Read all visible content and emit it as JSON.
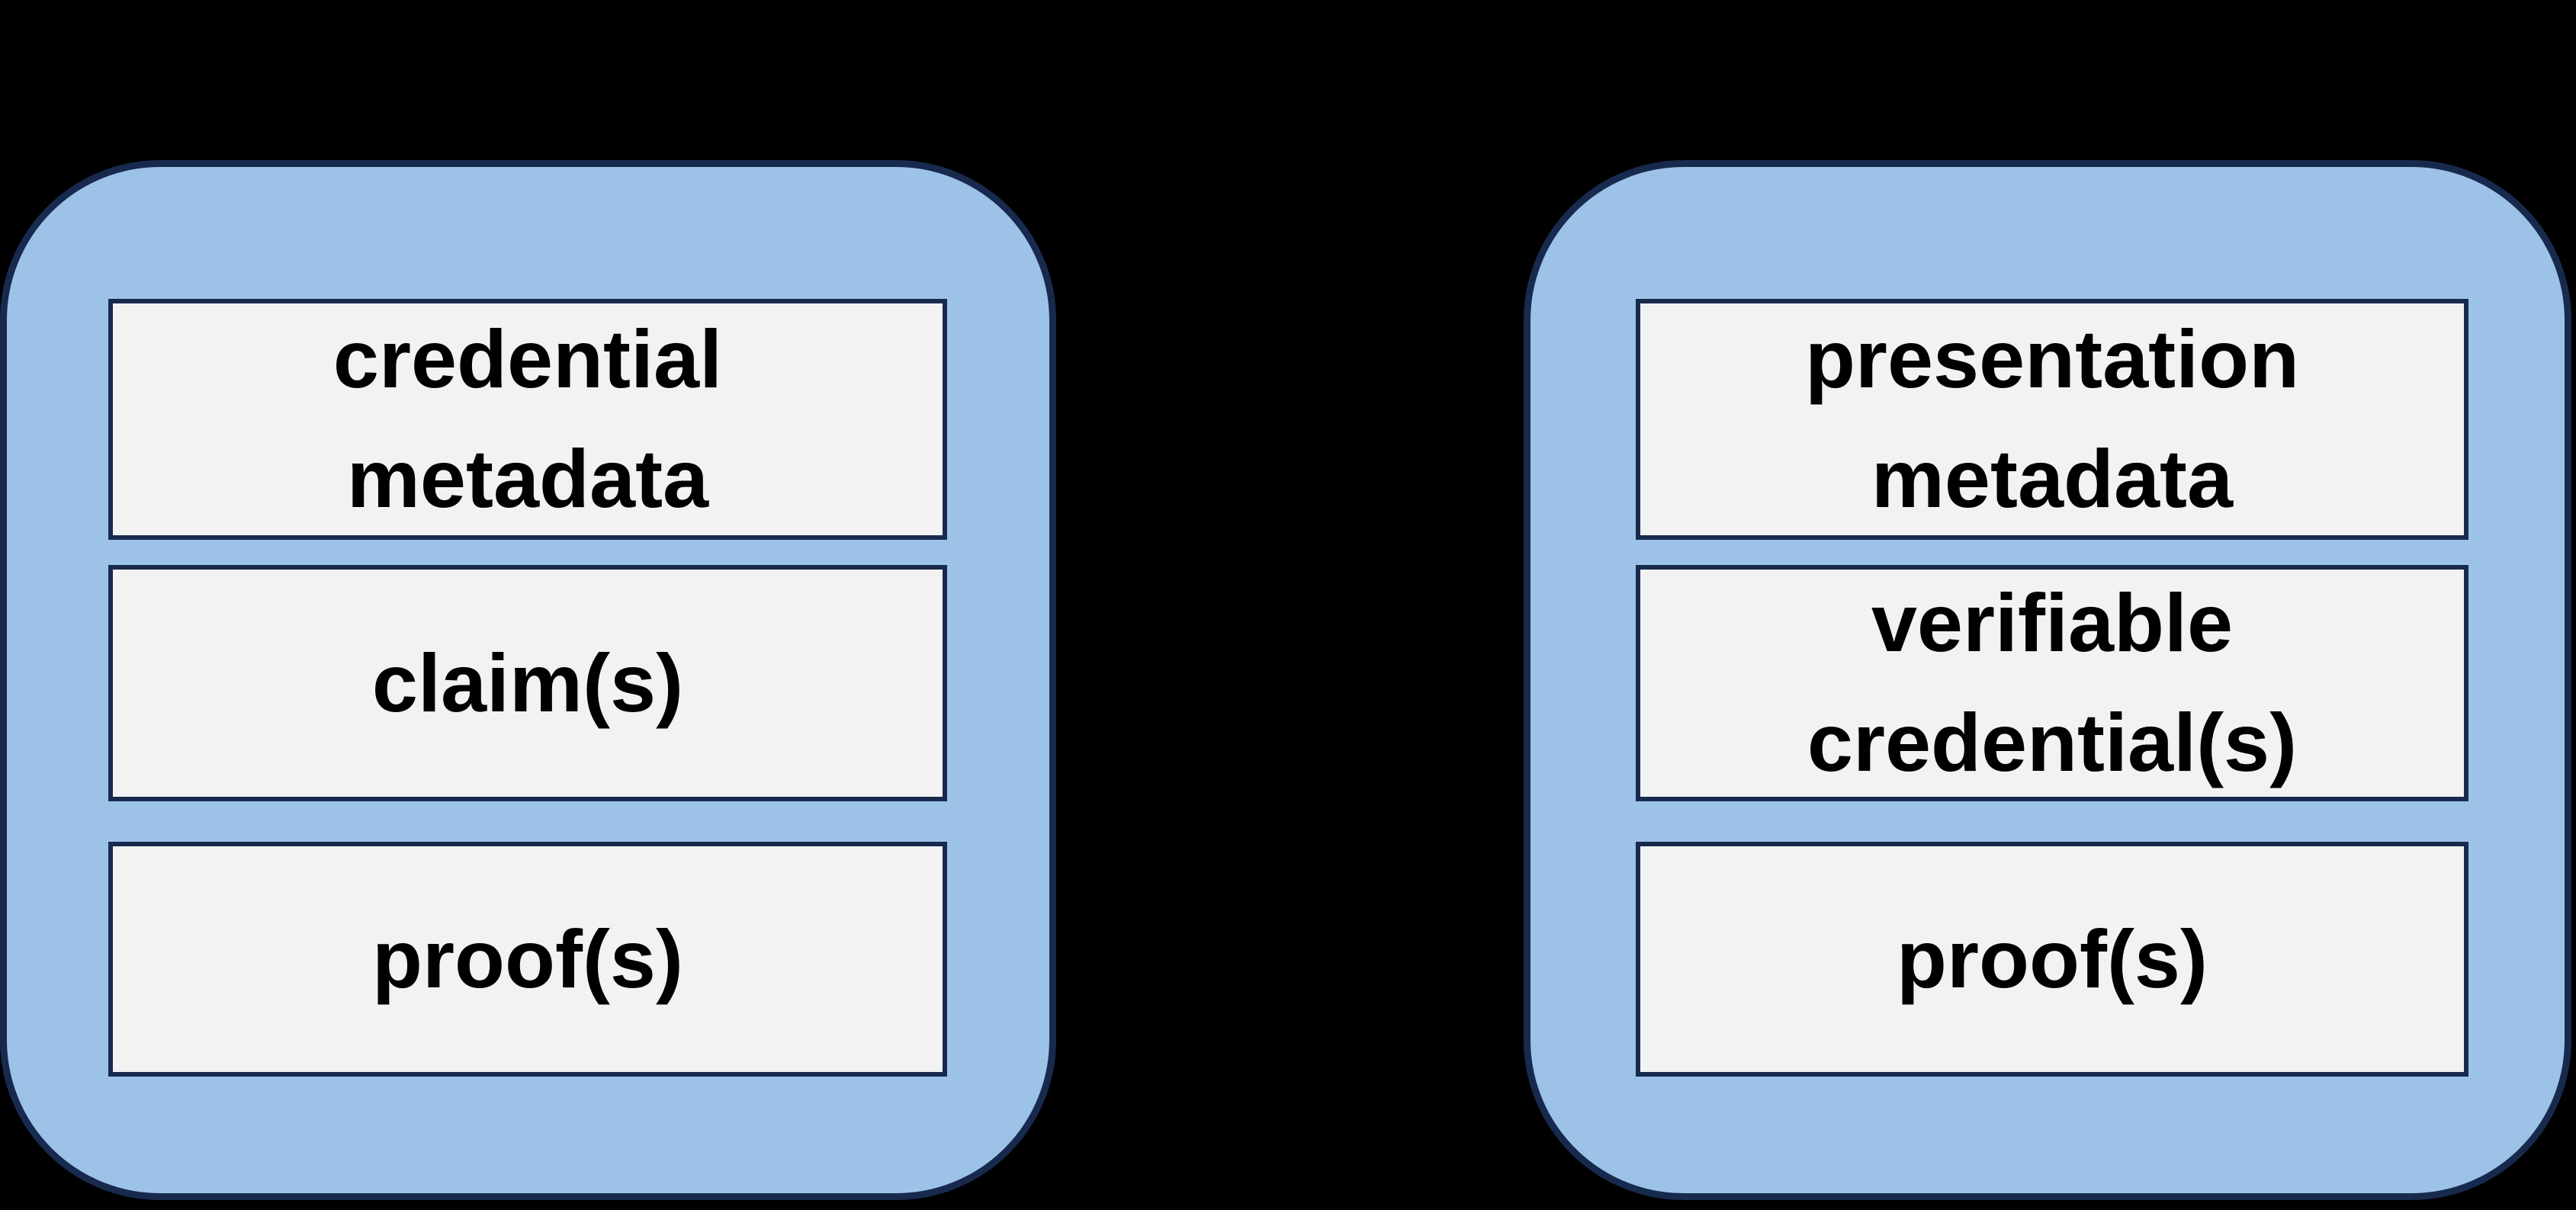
{
  "canvas": {
    "background_color": "#000000"
  },
  "style": {
    "panel_fill": "#9cc3e7",
    "panel_border": "#172a4e",
    "row_fill": "#f2f2f3",
    "row_border": "#172a4e",
    "text_color": "#000000"
  },
  "panels": [
    {
      "id": "verifiable-credential",
      "rows": [
        {
          "label": "credential\nmetadata"
        },
        {
          "label": "claim(s)"
        },
        {
          "label": "proof(s)"
        }
      ]
    },
    {
      "id": "verifiable-presentation",
      "rows": [
        {
          "label": "presentation\nmetadata"
        },
        {
          "label": "verifiable\ncredential(s)"
        },
        {
          "label": "proof(s)"
        }
      ]
    }
  ]
}
